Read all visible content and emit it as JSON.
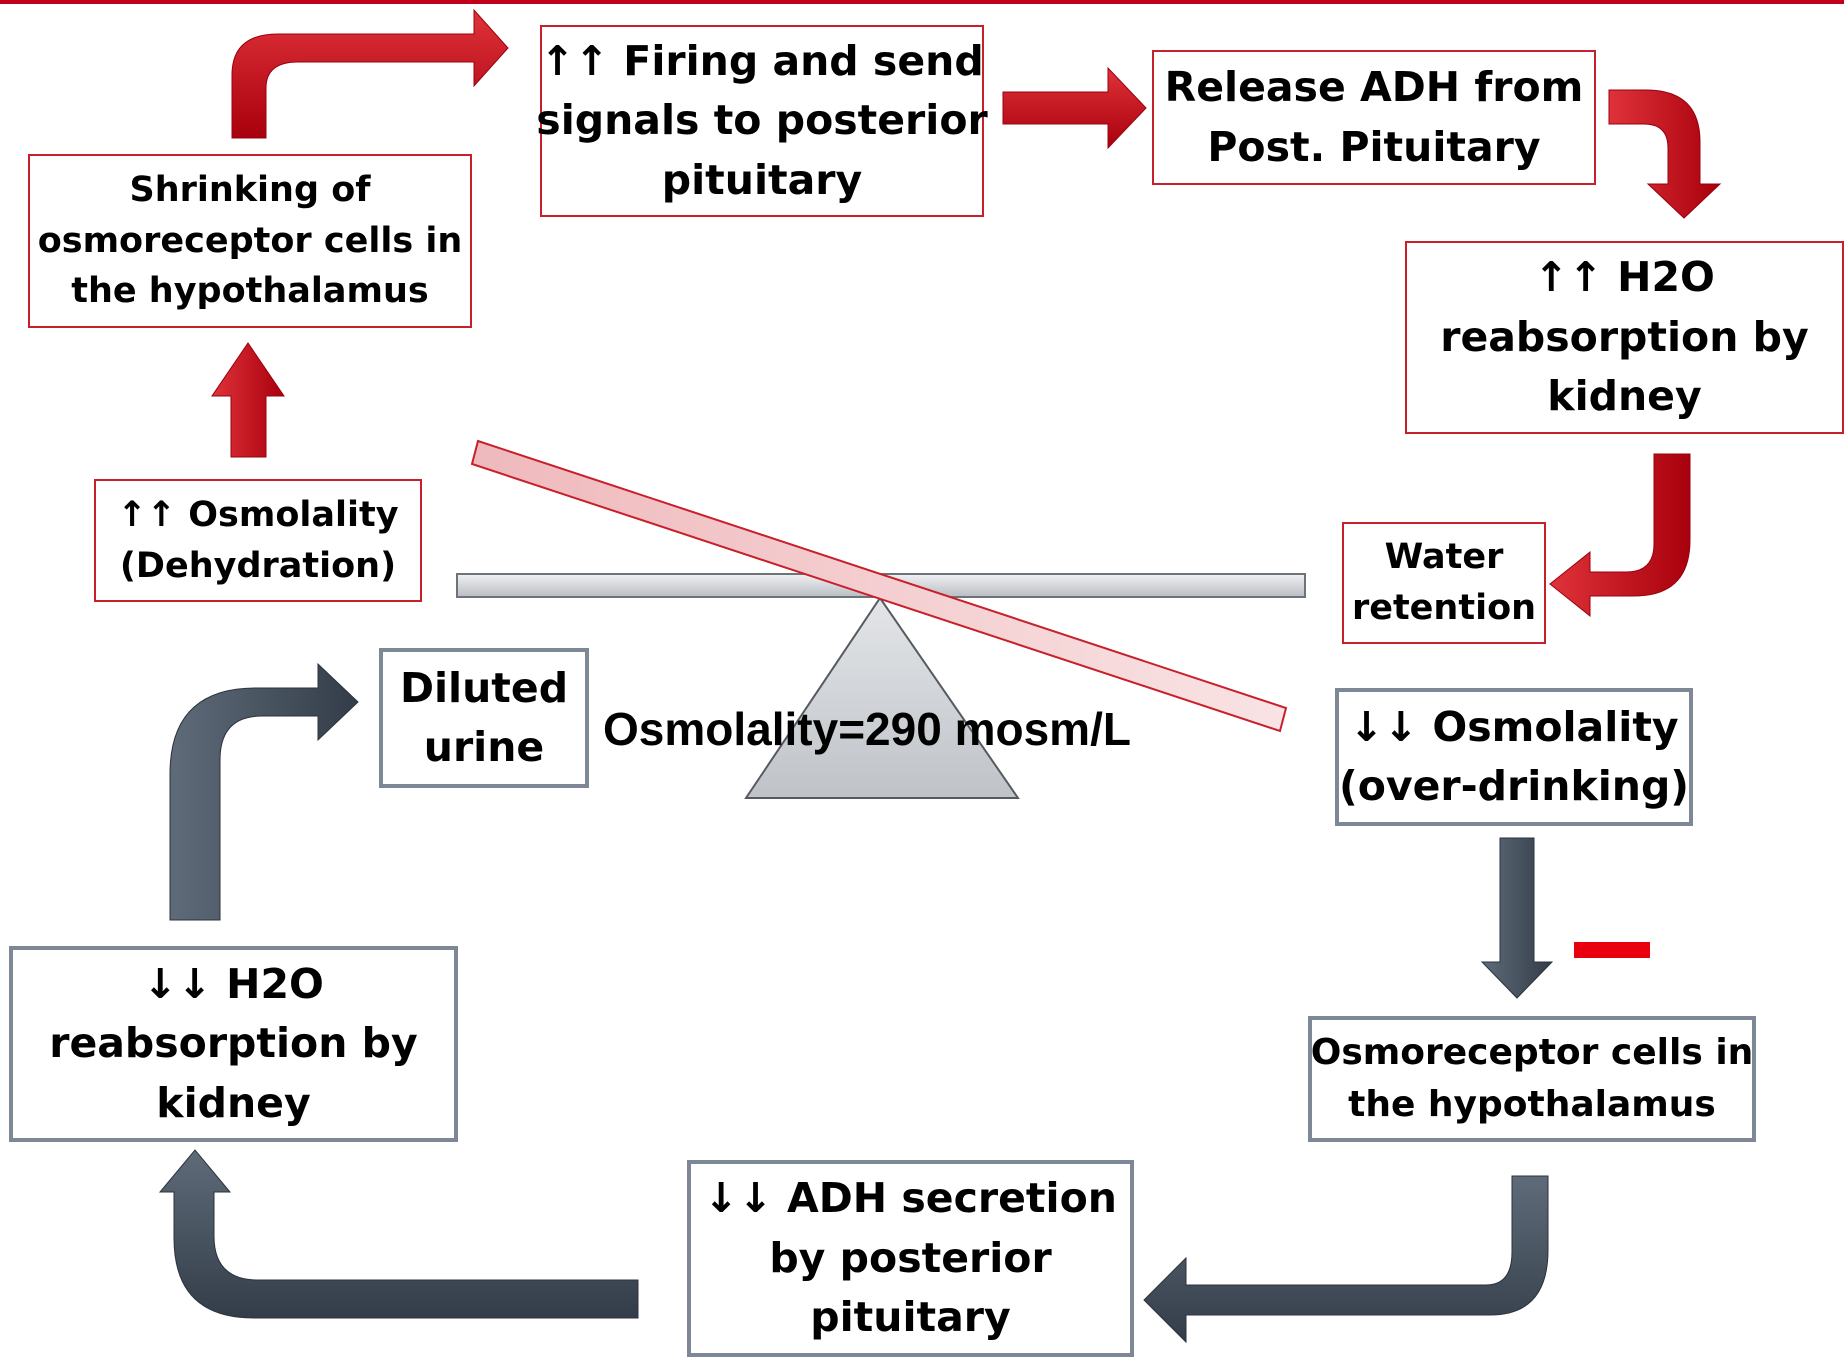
{
  "diagram": {
    "boxes": {
      "shrinking": [
        "Shrinking  of",
        "osmoreceptor  cells in",
        "the hypothalamus"
      ],
      "firing": [
        "↑↑ Firing and send",
        "signals to posterior",
        "pituitary"
      ],
      "release_adh": [
        "Release ADH from",
        "Post. Pituitary"
      ],
      "h2o_up": [
        "↑↑ H2O",
        "reabsorption by",
        "kidney"
      ],
      "water_retention": [
        "Water",
        "retention"
      ],
      "osm_up": [
        "↑↑ Osmolality",
        "(Dehydration)"
      ],
      "diluted_urine": [
        "Diluted",
        "urine"
      ],
      "osm_down": [
        "↓↓ Osmolality",
        "(over-drinking)"
      ],
      "osmoreceptor": [
        "Osmoreceptor  cells in",
        "the hypothalamus"
      ],
      "adh_down": [
        "↓↓ ADH secretion",
        "by posterior",
        "pituitary"
      ],
      "h2o_down": [
        "↓↓ H2O",
        "reabsorption by",
        "kidney"
      ]
    },
    "center_label": "Osmolality=290  mosm/L",
    "colors": {
      "red_arrow": "#c40c16",
      "red_border": "#c8202a",
      "slate_arrow": "#46515f",
      "slate_border": "#7d8796",
      "inhibition": "#e8000e"
    }
  }
}
